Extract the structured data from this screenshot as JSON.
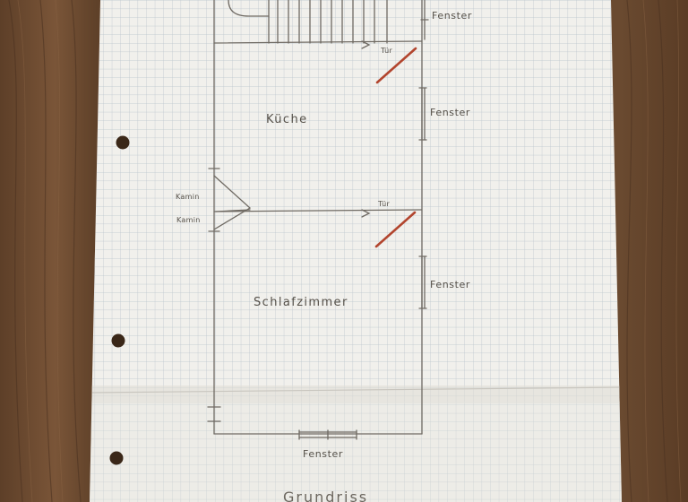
{
  "floorplan": {
    "rooms": {
      "kueche": "Küche",
      "schlafzimmer": "Schlafzimmer"
    },
    "windows": {
      "top": "Fenster",
      "kitchen": "Fenster",
      "bedroom": "Fenster",
      "bottom": "Fenster"
    },
    "doors": {
      "upper": "Tür",
      "lower": "Tür"
    },
    "fireplace": {
      "upper": "Kamin",
      "lower": "Kamin"
    },
    "footer": "Grundriss"
  },
  "colors": {
    "table": "#6a4a30",
    "paper": "#f1f0ec",
    "grid": "#b9c3cc",
    "pencil": "#6f6a63",
    "door": "#b2452e"
  }
}
